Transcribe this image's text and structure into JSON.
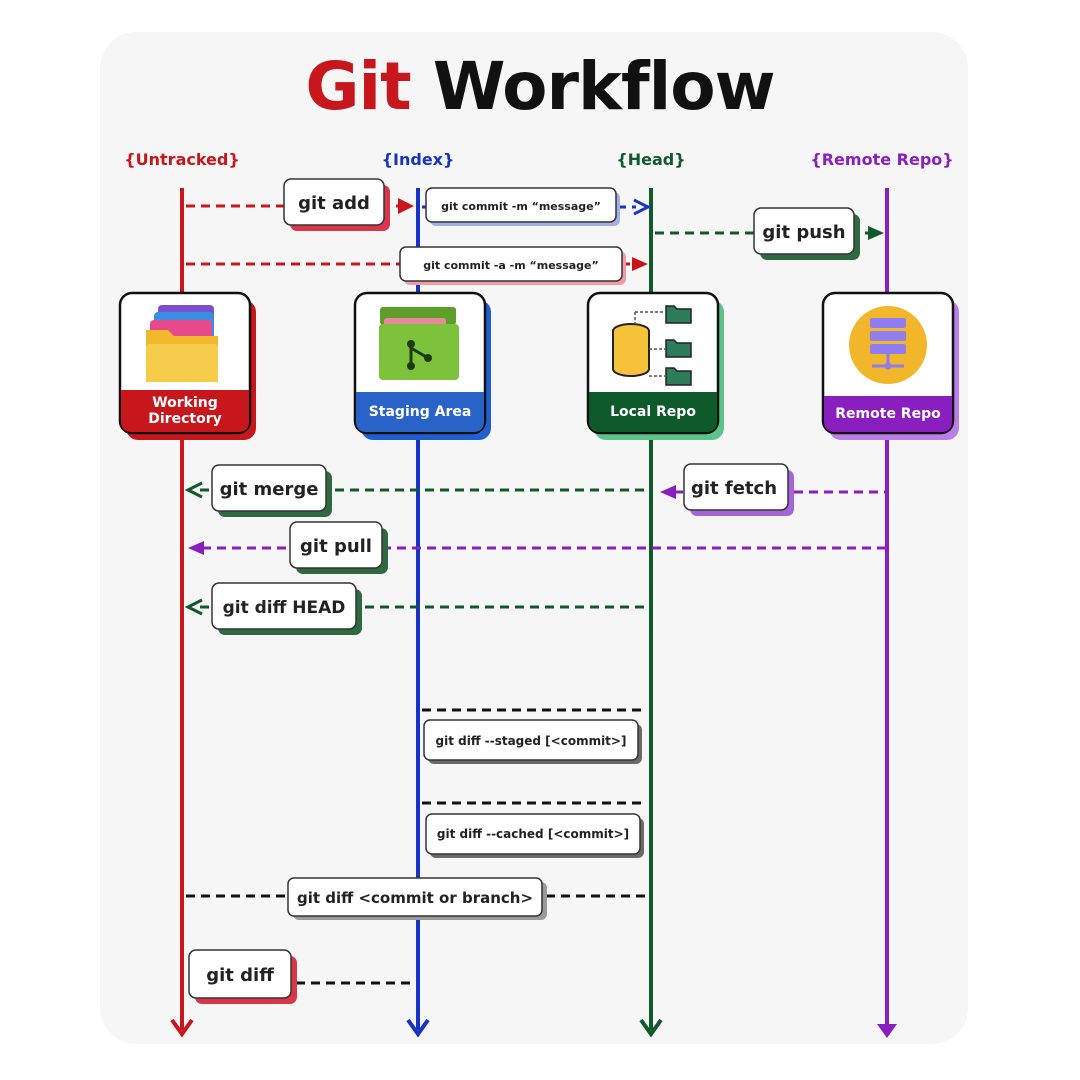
{
  "title": {
    "part1": "Git",
    "part2": "Workflow"
  },
  "lanes": [
    {
      "label": "{Untracked}",
      "color": "#c8161d"
    },
    {
      "label": "{Index}",
      "color": "#1833c4"
    },
    {
      "label": "{Head}",
      "color": "#0f5a2a"
    },
    {
      "label": "{Remote Repo}",
      "color": "#8a1fc0"
    }
  ],
  "boxes": [
    {
      "label1": "Working",
      "label2": "Directory",
      "icon": "folders-icon"
    },
    {
      "label1": "Staging Area",
      "label2": "",
      "icon": "git-folder-icon"
    },
    {
      "label1": "Local Repo",
      "label2": "",
      "icon": "database-icon"
    },
    {
      "label1": "Remote Repo",
      "label2": "",
      "icon": "server-icon"
    }
  ],
  "commands": {
    "git_add": "git add",
    "git_commit": "git commit -m “message”",
    "git_push": "git push",
    "git_commit_a": "git commit -a -m “message”",
    "git_merge": "git merge",
    "git_fetch": "git fetch",
    "git_pull": "git pull",
    "git_diff_head": "git diff HEAD",
    "git_diff_staged": "git diff --staged [<commit>]",
    "git_diff_cached": "git diff --cached [<commit>]",
    "git_diff_commit": "git diff <commit or branch>",
    "git_diff": "git diff"
  }
}
